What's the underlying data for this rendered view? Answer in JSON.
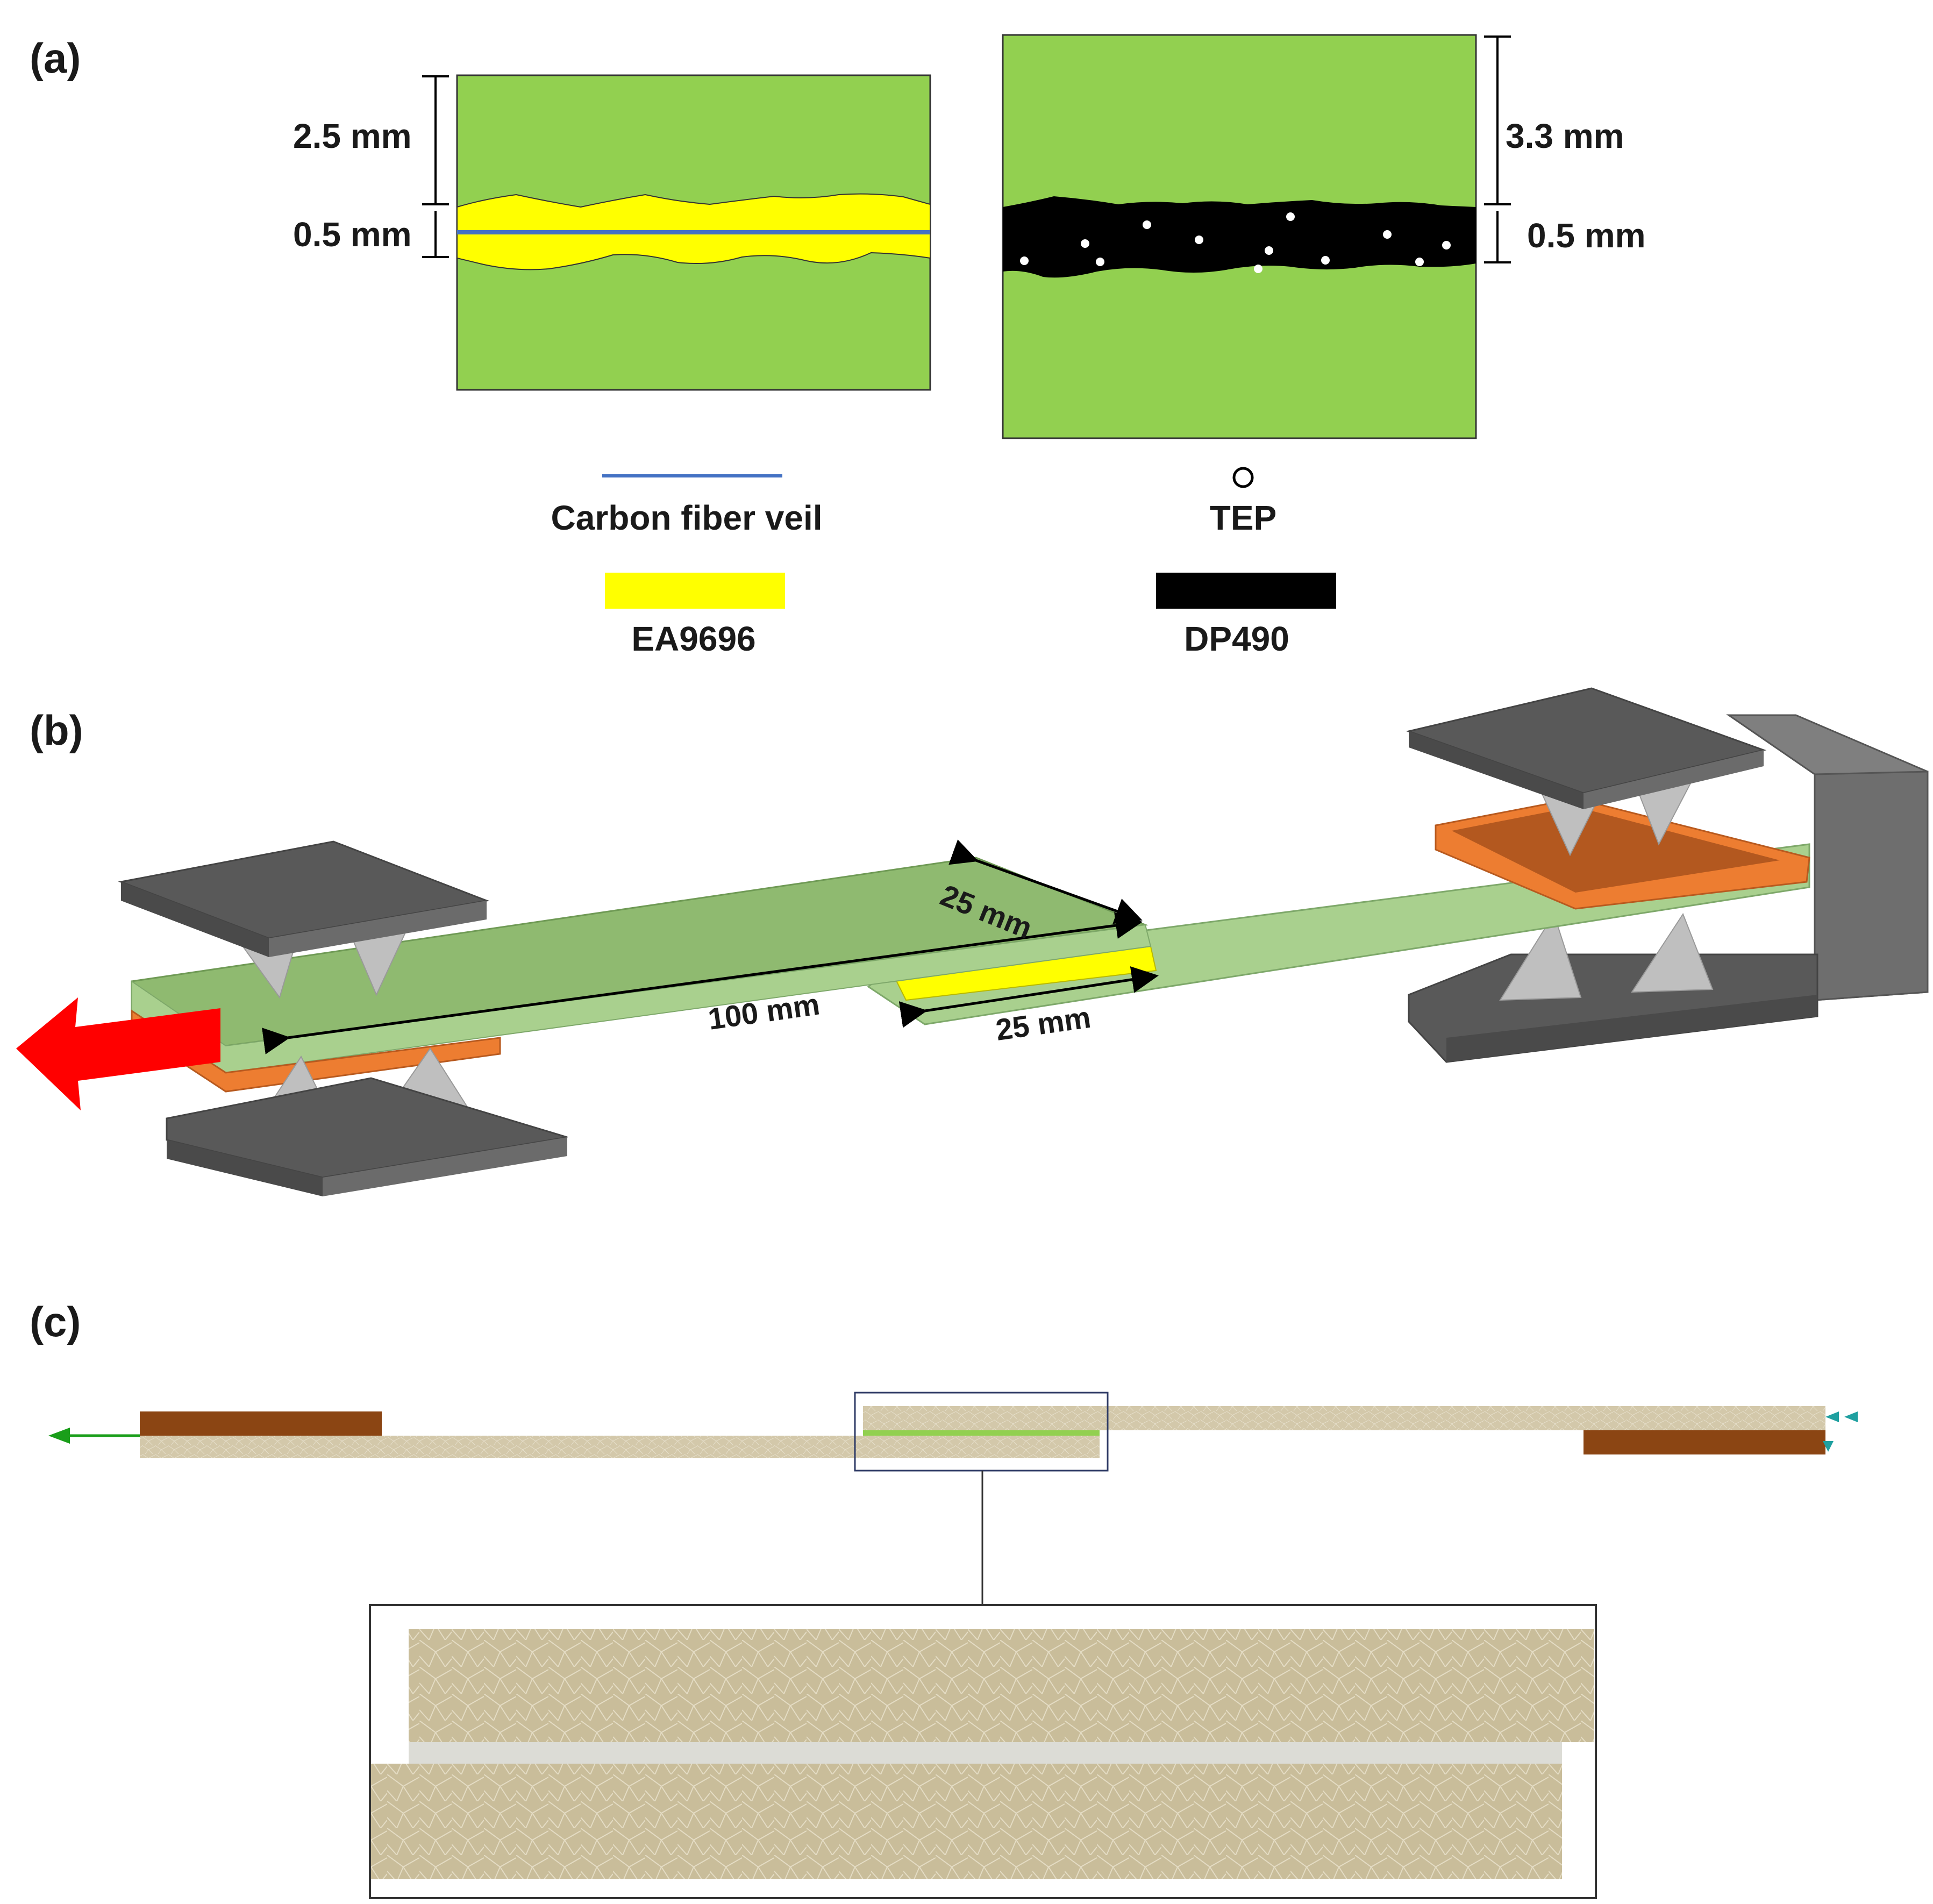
{
  "panels": {
    "a": {
      "label": "(a)",
      "left_joint": {
        "dim_adherend": "2.5 mm",
        "dim_adhesive": "0.5 mm"
      },
      "right_joint": {
        "dim_adherend": "3.3 mm",
        "dim_adhesive": "0.5 mm"
      },
      "legend": {
        "veil": "Carbon fiber veil",
        "tep": "TEP",
        "ea9696": "EA9696",
        "dp490": "DP490"
      }
    },
    "b": {
      "label": "(b)",
      "dim_length": "100 mm",
      "dim_width": "25 mm",
      "dim_overlap": "25 mm"
    },
    "c": {
      "label": "(c)"
    }
  },
  "colors": {
    "adherend_green": "#92d050",
    "ea9696_yellow": "#ffff00",
    "veil_blue": "#4472c4",
    "dp490_black": "#000000",
    "laminate_light_green": "#a9d08e",
    "tab_orange": "#ed7d31",
    "grip_dark_gray": "#595959",
    "support_light_gray": "#bfbfbf",
    "load_arrow_red": "#ff0000",
    "fe_adherend_tan": "#c9bd9a",
    "fe_tab_brown": "#8b4513",
    "fe_adhesive_green": "#92d050",
    "fe_load_arrow": "#1a9e1a",
    "fe_fixed_bc": "#1fa0a0"
  }
}
